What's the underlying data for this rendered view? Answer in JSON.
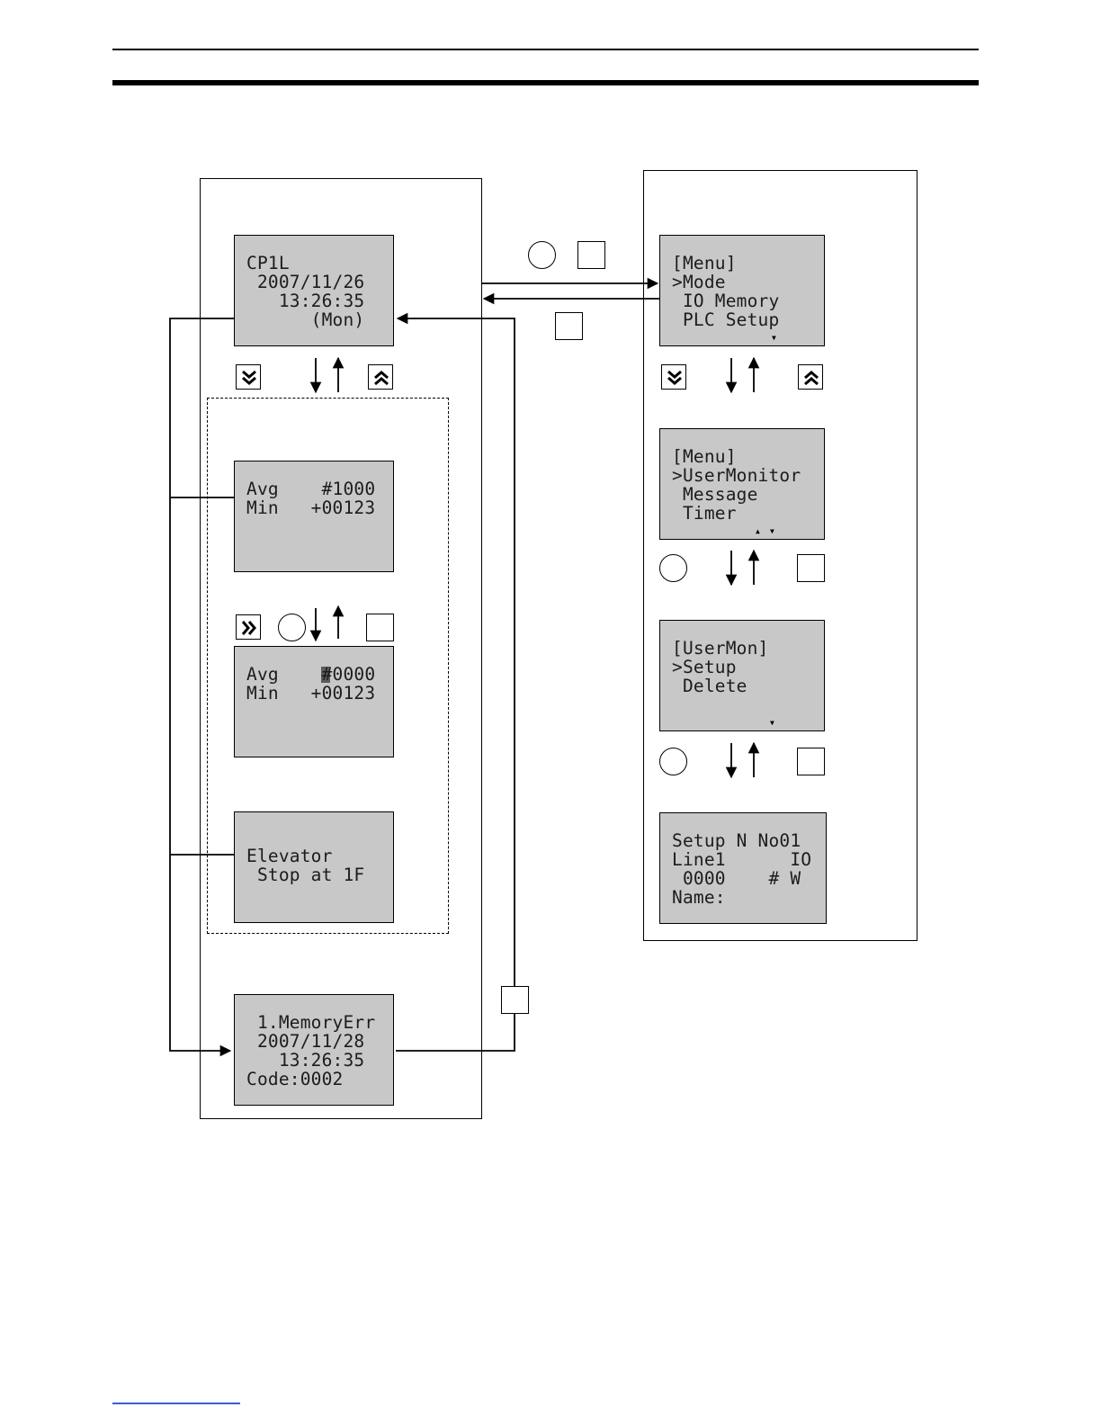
{
  "screens": {
    "status": [
      "CP1L",
      " 2007/11/26",
      "   13:26:35",
      "      (Mon)"
    ],
    "monitor": [
      "Avg    #1000",
      "Min   +00123"
    ],
    "edit": [
      "Avg    #0000",
      "Min   +00123"
    ],
    "message": [
      "Elevator",
      " Stop at 1F"
    ],
    "error": [
      " 1.MemoryErr",
      " 2007/11/28",
      "   13:26:35",
      "Code:0002"
    ],
    "menu_mode": [
      "[Menu]",
      ">Mode",
      " IO Memory",
      " PLC Setup"
    ],
    "menu_user": [
      "[Menu]",
      ">UserMonitor",
      " Message",
      " Timer"
    ],
    "usermon": [
      "[UserMon]",
      ">Setup",
      " Delete"
    ],
    "setup": [
      "Setup N No01",
      "Line1      IO",
      " 0000    # W",
      "Name:"
    ]
  },
  "icons": {
    "down": "double-chevron-down-icon",
    "up": "double-chevron-up-icon",
    "right": "double-chevron-right-icon",
    "ok": "circle-key-icon",
    "esc": "square-key-icon"
  },
  "colors": {
    "lcd_bg": "#c8c8c8",
    "lcd_text": "#1c1c1c",
    "line": "#000000"
  }
}
